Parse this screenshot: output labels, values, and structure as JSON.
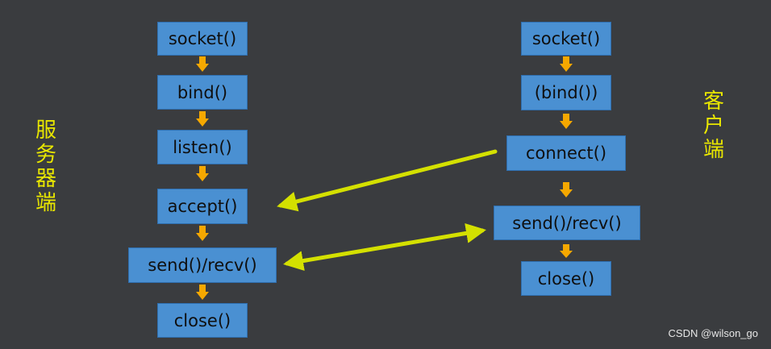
{
  "server": {
    "label": "服务器端",
    "steps": [
      "socket()",
      "bind()",
      "listen()",
      "accept()",
      "send()/recv()",
      "close()"
    ]
  },
  "client": {
    "label": "客户端",
    "steps": [
      "socket()",
      "(bind())",
      "connect()",
      "send()/recv()",
      "close()"
    ]
  },
  "links": [
    {
      "from": "client-connect",
      "to": "server-accept",
      "direction": "one-way"
    },
    {
      "from": "server-send-recv",
      "to": "client-send-recv",
      "direction": "two-way"
    }
  ],
  "colors": {
    "background": "#3a3c3f",
    "box": "#4a90d2",
    "flow_arrow": "#f5a800",
    "link_arrow": "#d4e000",
    "label": "#e8e600"
  },
  "watermark": "CSDN @wilson_go"
}
